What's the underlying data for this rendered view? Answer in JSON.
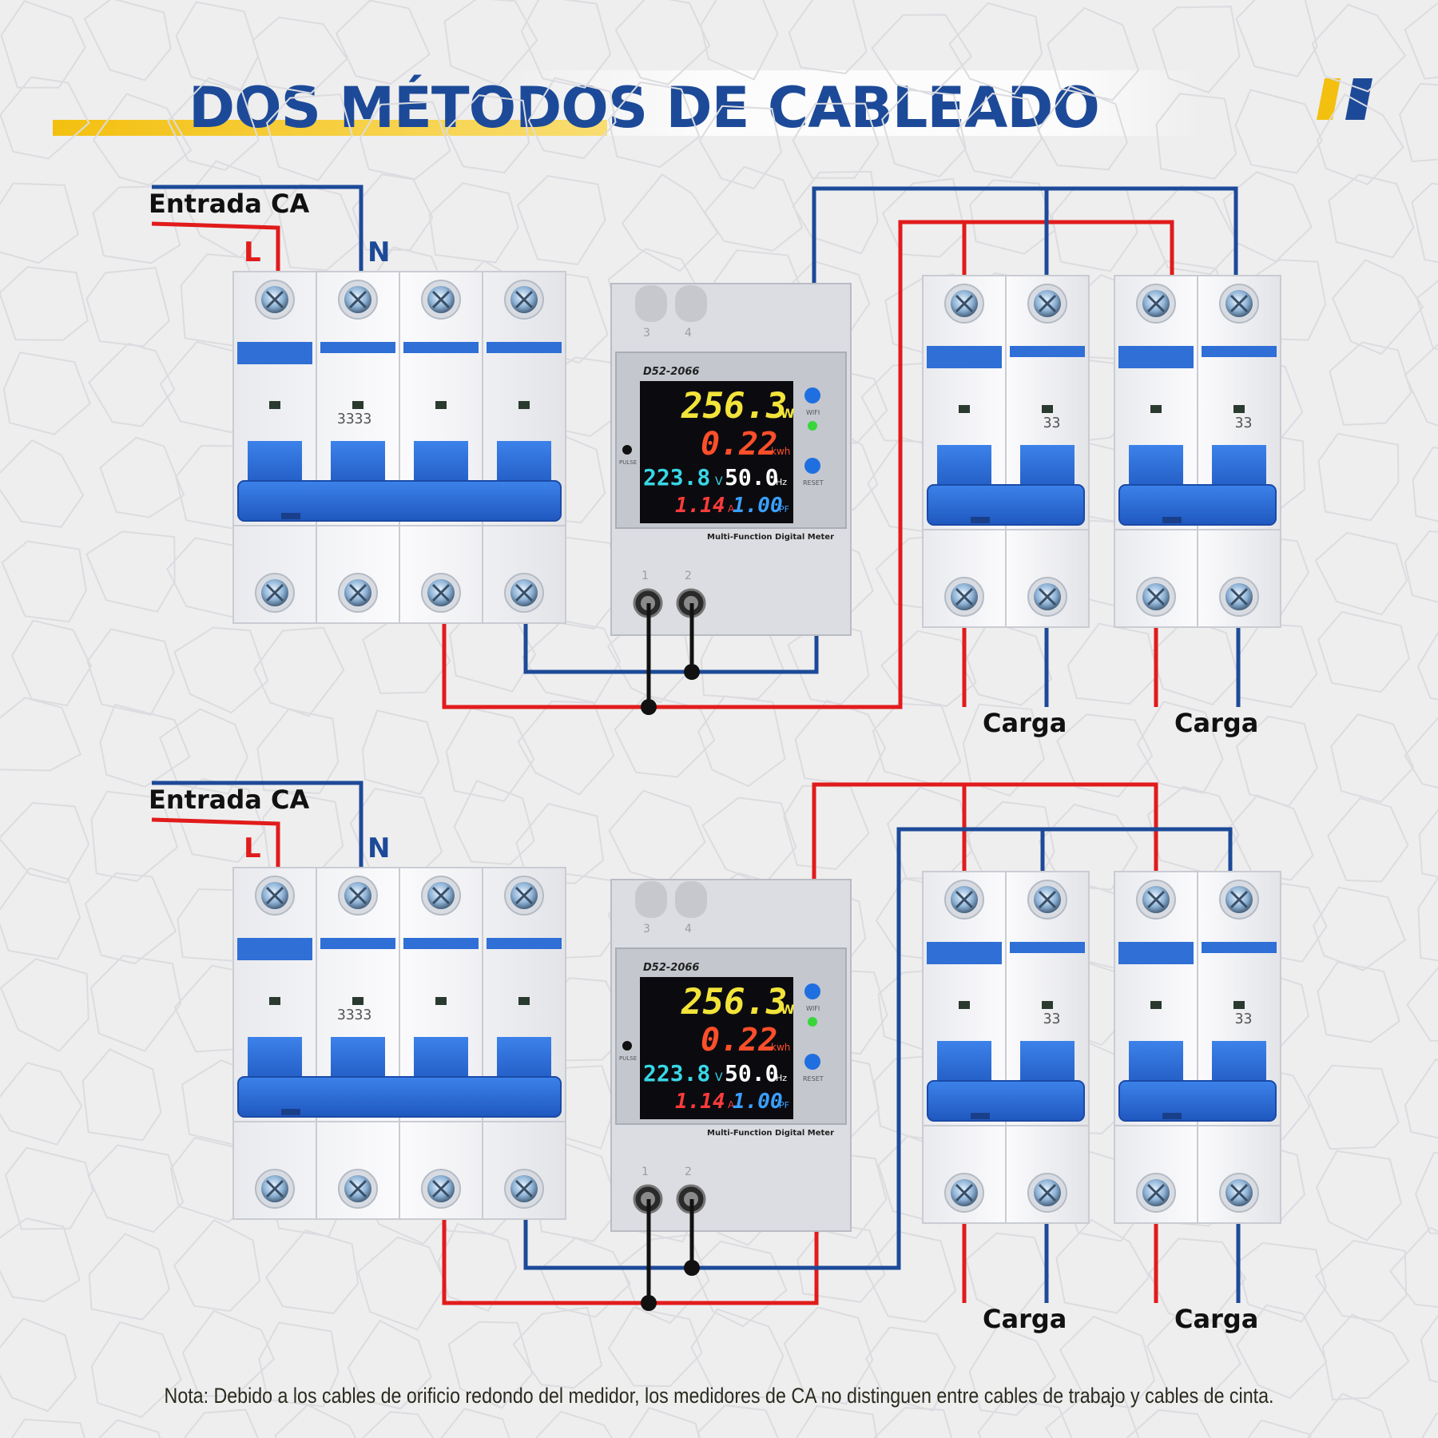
{
  "header": {
    "title": "DOS MÉTODOS DE CABLEADO",
    "brand_colors": {
      "yellow": "#f3c010",
      "blue": "#1d4a98"
    }
  },
  "labels": {
    "ac_input": "Entrada CA",
    "line": "L",
    "neutral": "N",
    "load": "Carga"
  },
  "meter": {
    "model": "D52-2066",
    "power": "256.3",
    "power_unit": "W",
    "energy": "0.22",
    "energy_unit": "kwh",
    "voltage": "223.8",
    "voltage_unit": "V",
    "frequency": "50.0",
    "frequency_unit": "Hz",
    "current": "1.14",
    "current_unit": "A",
    "power_factor": "1.00",
    "power_factor_unit": "PF",
    "caption": "Multi-Function Digital Meter",
    "btn_wifi": "WIFI",
    "btn_reset": "RESET",
    "pulse": "PULSE",
    "term_top": [
      "3",
      "4"
    ],
    "term_bottom": [
      "1",
      "2"
    ]
  },
  "breaker": {
    "rating_mark": "3333",
    "rating_mark_2p": "33"
  },
  "colors": {
    "live_wire": "#e11b1b",
    "neutral_wire": "#1d4a98",
    "meter_wire": "#111111",
    "breaker_blue": "#2f6fd6"
  },
  "footer": {
    "note": "Nota: Debido a los cables de orificio redondo del medidor, los medidores de CA no distinguen entre cables de trabajo y cables de cinta."
  }
}
